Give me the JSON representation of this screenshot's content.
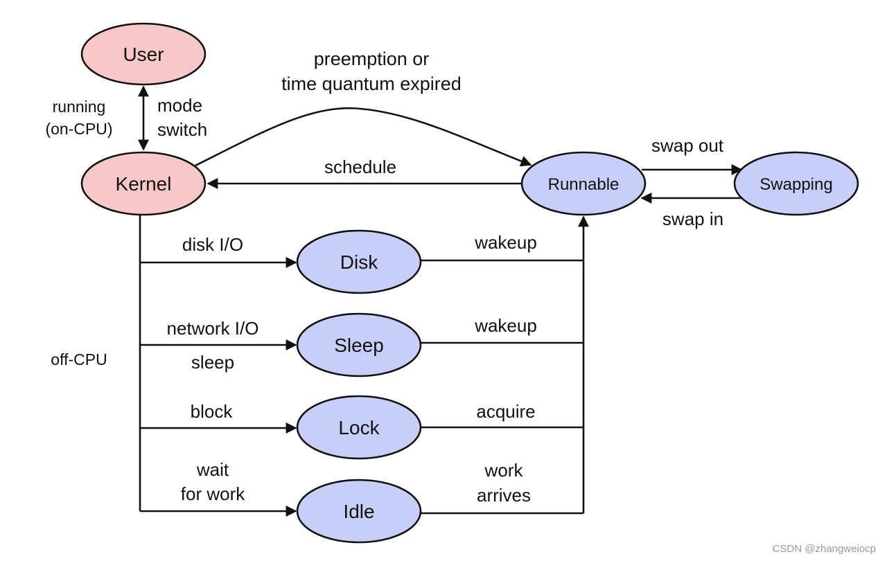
{
  "colors": {
    "on_cpu_fill": "#f8c8c8",
    "off_cpu_fill": "#c7cff8",
    "stroke": "#111111",
    "text": "#111111",
    "watermark": "#9a9a9a"
  },
  "states": {
    "user": "User",
    "kernel": "Kernel",
    "runnable": "Runnable",
    "swapping": "Swapping",
    "disk": "Disk",
    "sleep": "Sleep",
    "lock": "Lock",
    "idle": "Idle"
  },
  "regions": {
    "running_line1": "running",
    "running_line2": "(on-CPU)",
    "off_cpu": "off-CPU"
  },
  "transitions": {
    "mode_switch_line1": "mode",
    "mode_switch_line2": "switch",
    "preemption_line1": "preemption or",
    "preemption_line2": "time quantum expired",
    "schedule": "schedule",
    "swap_out": "swap out",
    "swap_in": "swap in",
    "disk_io": "disk I/O",
    "network_io": "network I/O",
    "sleep": "sleep",
    "block": "block",
    "wait_line1": "wait",
    "wait_line2": "for work",
    "wakeup_disk": "wakeup",
    "wakeup_sleep": "wakeup",
    "acquire": "acquire",
    "work_arrives_line1": "work",
    "work_arrives_line2": "arrives"
  },
  "watermark": "CSDN @zhangweiocp"
}
